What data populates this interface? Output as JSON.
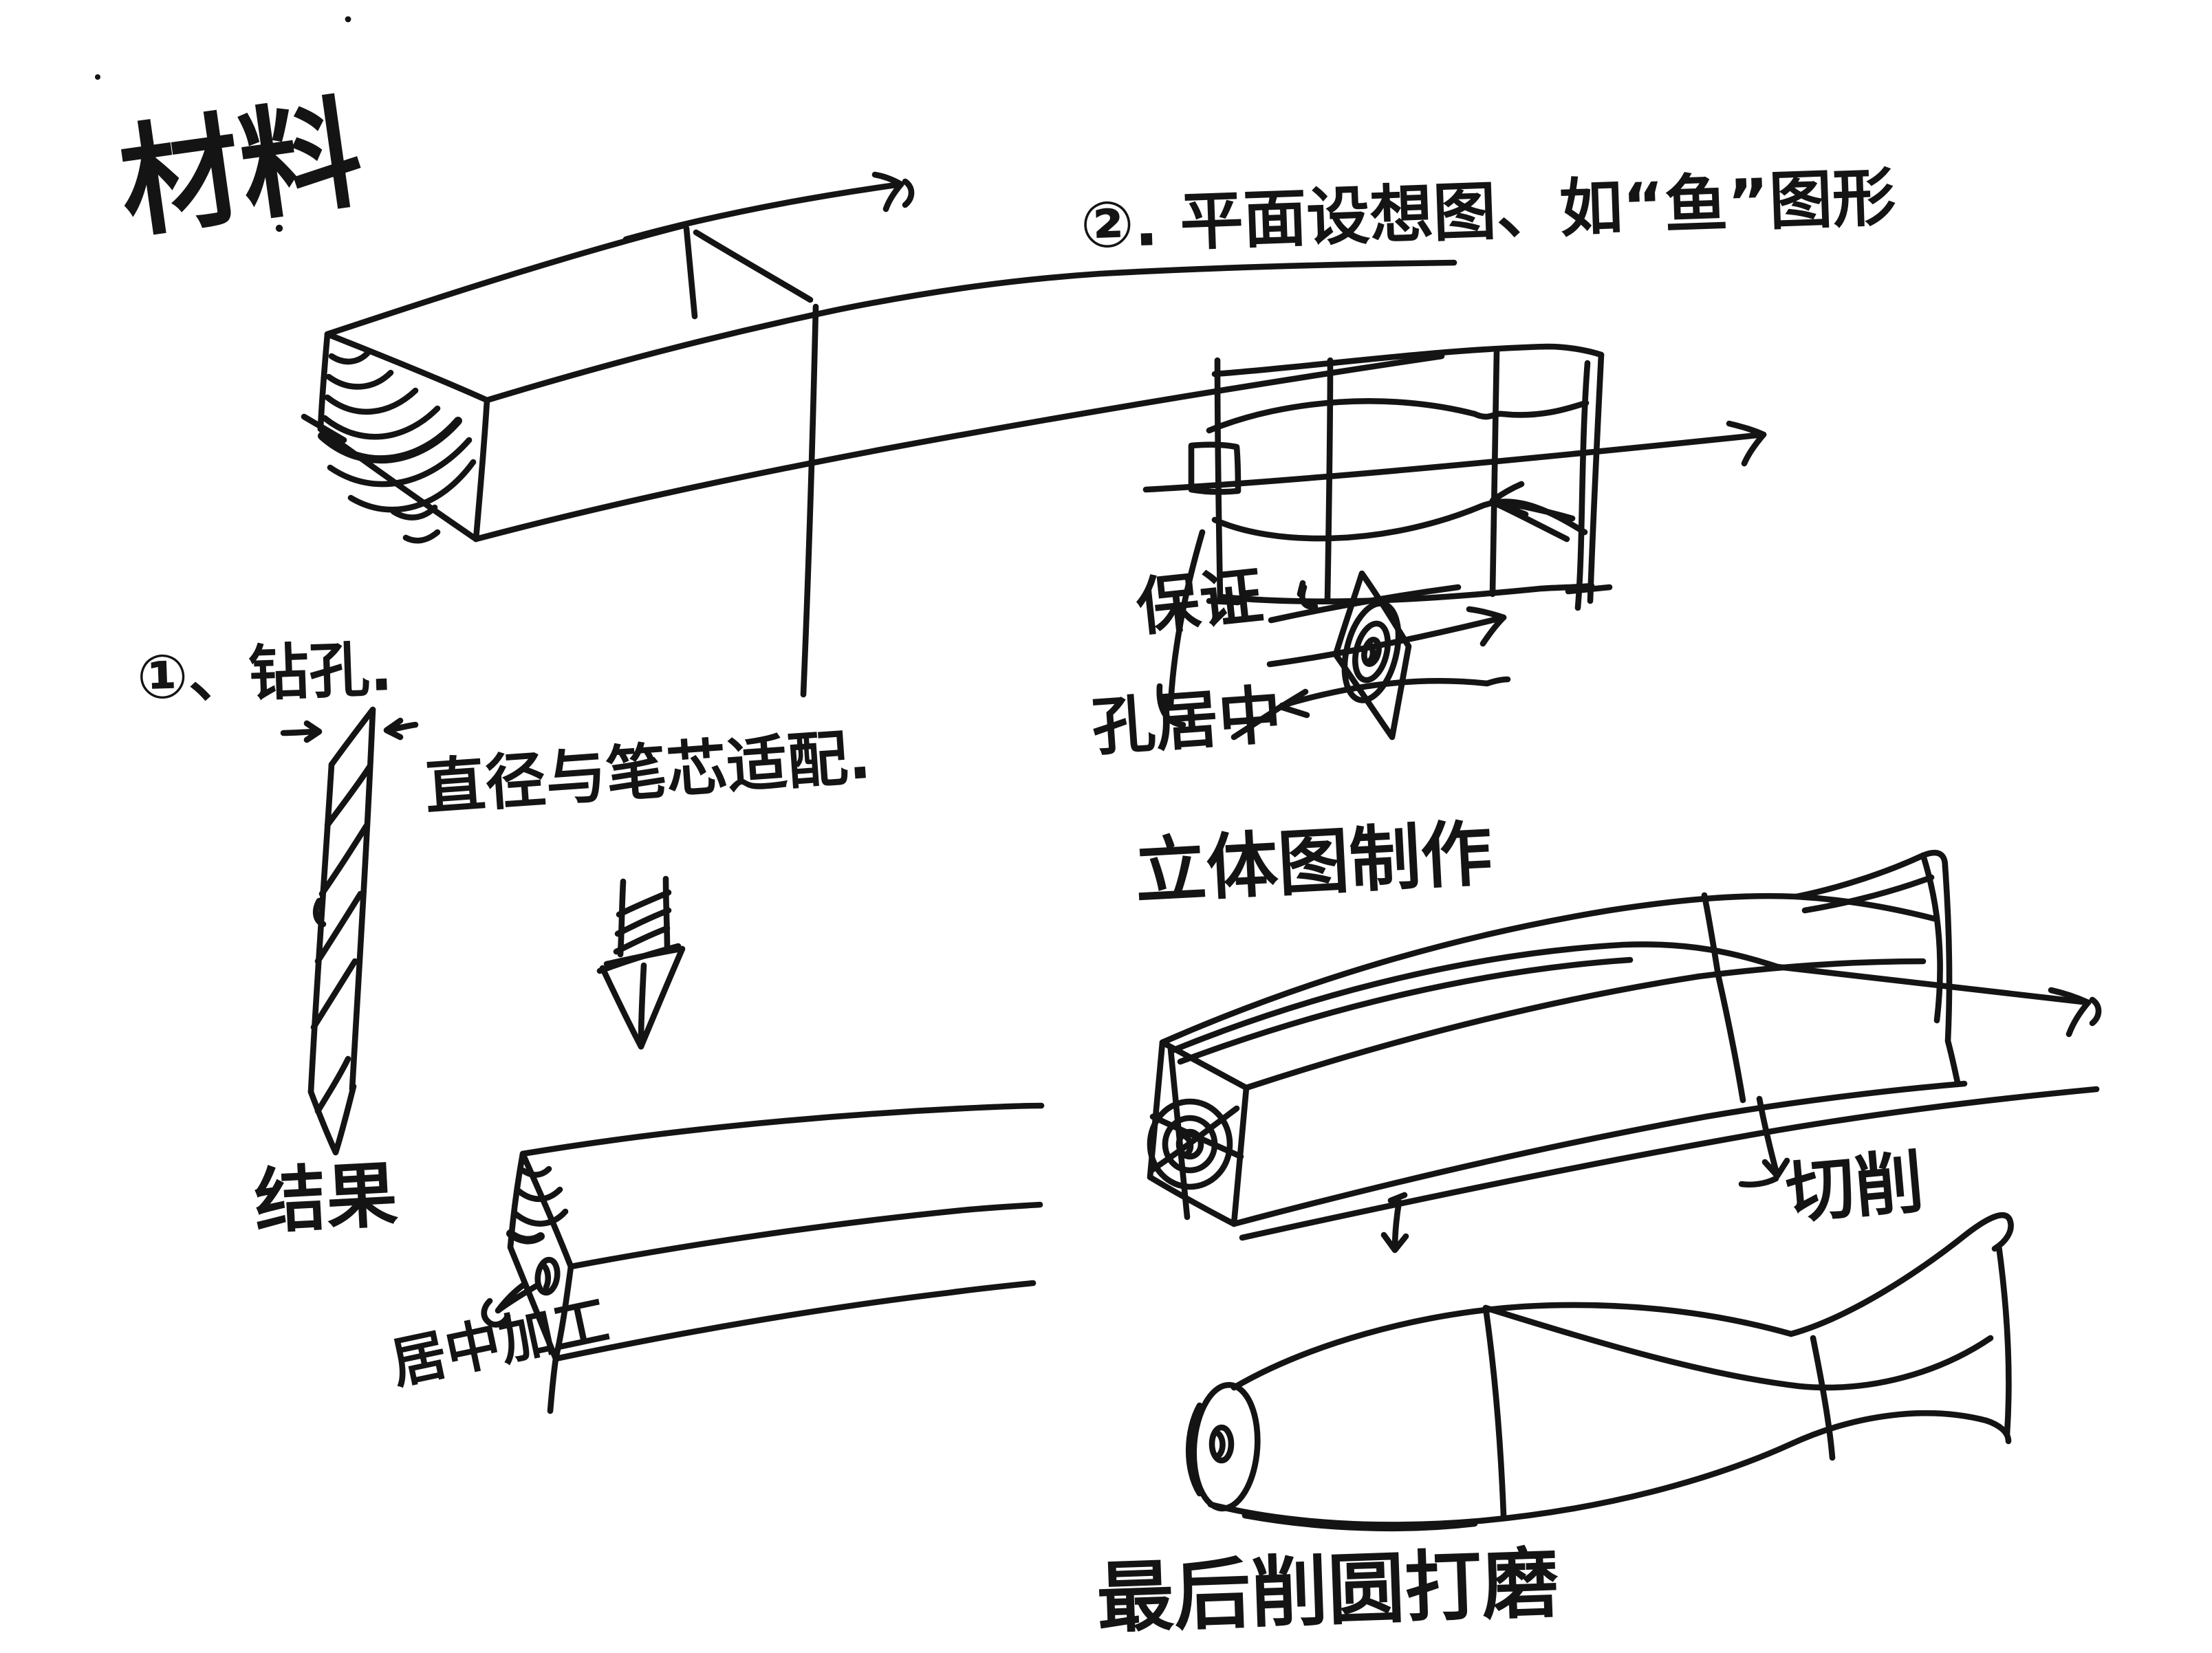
{
  "page": {
    "type": "handwritten-sketch-notes",
    "background_color": "#ffffff",
    "ink_color": "#141414"
  },
  "labels": {
    "material": "材料",
    "step2_heading": "②. 平面设想图、如“鱼”图形",
    "ensure": "保证",
    "hole_centered": "孔居中",
    "solid_model": "立体图制作",
    "cutting": "切削",
    "step1_heading": "①、钻孔.",
    "diameter_note": "直径与笔芯适配.",
    "result": "结果",
    "centered_work": "居中加工",
    "final_step": "最后削圆打磨"
  }
}
